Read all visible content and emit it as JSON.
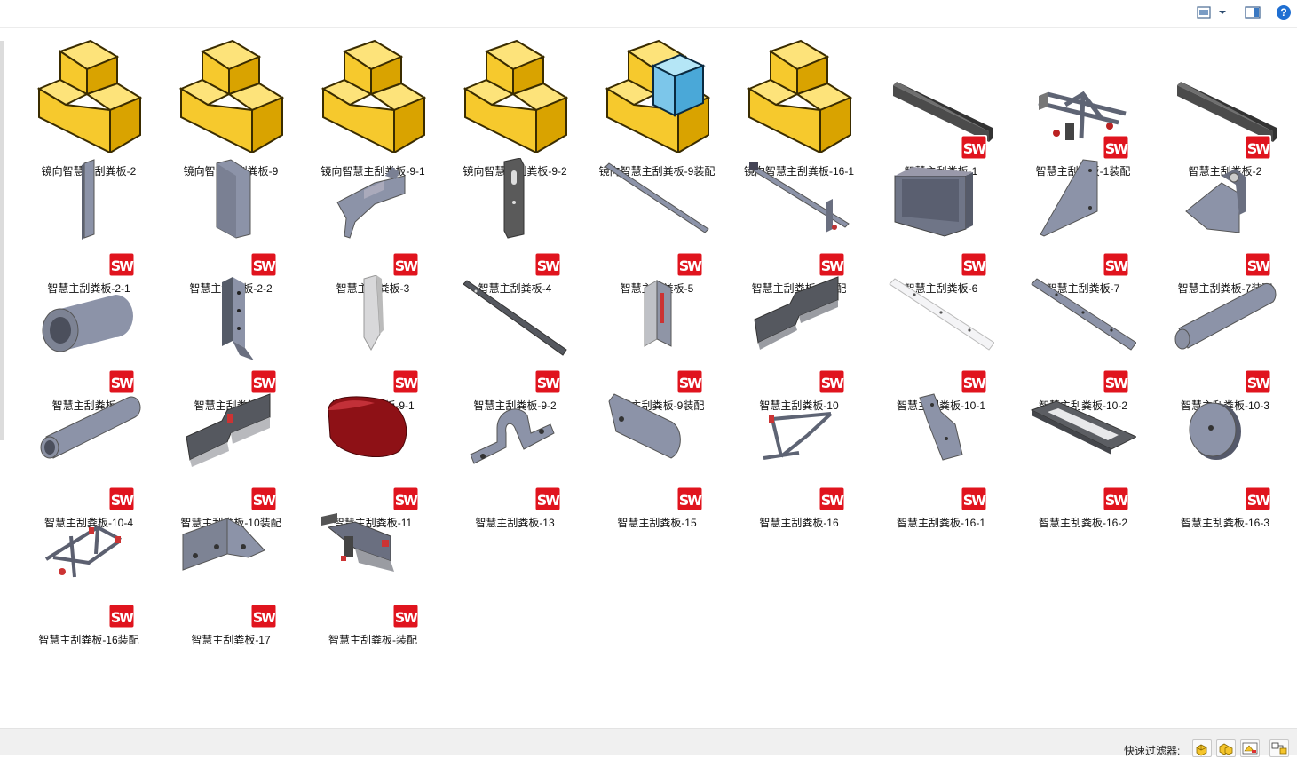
{
  "toolbar": {
    "view_icon": "view-thumbnail-icon",
    "dropdown_icon": "chevron-down-icon",
    "preview_icon": "preview-pane-icon",
    "help_icon": "help-icon",
    "help_label": "?"
  },
  "files": [
    {
      "name": "镜向智慧主刮粪板-2",
      "type": "yellow",
      "shape": "lshape"
    },
    {
      "name": "镜向智慧主刮粪板-9",
      "type": "yellow",
      "shape": "lshape"
    },
    {
      "name": "镜向智慧主刮粪板-9-1",
      "type": "yellow",
      "shape": "lshape"
    },
    {
      "name": "镜向智慧主刮粪板-9-2",
      "type": "yellow",
      "shape": "lshape"
    },
    {
      "name": "镜向智慧主刮粪板-9装配",
      "type": "yellow",
      "shape": "lshape-blue"
    },
    {
      "name": "镜向智慧主刮粪板-16-1",
      "type": "yellow",
      "shape": "lshape"
    },
    {
      "name": "智慧主刮粪板-1",
      "type": "sw",
      "shape": "beam-dark"
    },
    {
      "name": "智慧主刮粪板-1装配",
      "type": "sw",
      "shape": "frame-assembly"
    },
    {
      "name": "智慧主刮粪板-2",
      "type": "sw",
      "shape": "beam-dark"
    },
    {
      "name": "智慧主刮粪板-2-1",
      "type": "sw",
      "shape": "strip-vertical"
    },
    {
      "name": "智慧主刮粪板-2-2",
      "type": "sw",
      "shape": "plate-vertical"
    },
    {
      "name": "智慧主刮粪板-3",
      "type": "sw",
      "shape": "bracket-bent"
    },
    {
      "name": "智慧主刮粪板-4",
      "type": "sw",
      "shape": "plate-slot"
    },
    {
      "name": "智慧主刮粪板-5",
      "type": "sw",
      "shape": "rod-long"
    },
    {
      "name": "智慧主刮粪板-5装配",
      "type": "sw",
      "shape": "rod-assembly"
    },
    {
      "name": "智慧主刮粪板-6",
      "type": "sw",
      "shape": "box-open"
    },
    {
      "name": "智慧主刮粪板-7",
      "type": "sw",
      "shape": "triangle-plate"
    },
    {
      "name": "智慧主刮粪板-7装配",
      "type": "sw",
      "shape": "triangle-assembly"
    },
    {
      "name": "智慧主刮粪板-8",
      "type": "sw",
      "shape": "tube-short"
    },
    {
      "name": "智慧主刮粪板-9",
      "type": "sw",
      "shape": "angle-vertical"
    },
    {
      "name": "智慧主刮粪板-9-1",
      "type": "sw",
      "shape": "blade-white"
    },
    {
      "name": "智慧主刮粪板-9-2",
      "type": "sw",
      "shape": "bar-dark-long"
    },
    {
      "name": "智慧主刮粪板-9装配",
      "type": "sw",
      "shape": "angle-assembly"
    },
    {
      "name": "智慧主刮粪板-10",
      "type": "sw",
      "shape": "scraper-blade"
    },
    {
      "name": "智慧主刮粪板-10-1",
      "type": "sw",
      "shape": "bar-white"
    },
    {
      "name": "智慧主刮粪板-10-2",
      "type": "sw",
      "shape": "bar-grey"
    },
    {
      "name": "智慧主刮粪板-10-3",
      "type": "sw",
      "shape": "tube-long"
    },
    {
      "name": "智慧主刮粪板-10-4",
      "type": "sw",
      "shape": "tube-long-open"
    },
    {
      "name": "智慧主刮粪板-10装配",
      "type": "sw",
      "shape": "scraper-assembly"
    },
    {
      "name": "智慧主刮粪板-11",
      "type": "sw",
      "shape": "red-shell"
    },
    {
      "name": "智慧主刮粪板-13",
      "type": "sw",
      "shape": "pipe-clamp"
    },
    {
      "name": "智慧主刮粪板-15",
      "type": "sw",
      "shape": "round-plate"
    },
    {
      "name": "智慧主刮粪板-16",
      "type": "sw",
      "shape": "frame-thin"
    },
    {
      "name": "智慧主刮粪板-16-1",
      "type": "sw",
      "shape": "irregular-plate"
    },
    {
      "name": "智慧主刮粪板-16-2",
      "type": "sw",
      "shape": "slot-plate"
    },
    {
      "name": "智慧主刮粪板-16-3",
      "type": "sw",
      "shape": "disc"
    },
    {
      "name": "智慧主刮粪板-16装配",
      "type": "sw",
      "shape": "frame-red"
    },
    {
      "name": "智慧主刮粪板-17",
      "type": "sw",
      "shape": "angle-bracket"
    },
    {
      "name": "智慧主刮粪板-装配",
      "type": "sw",
      "shape": "main-assembly"
    }
  ],
  "status": {
    "filter_label": "快速过滤器:",
    "filters": [
      {
        "name": "filter-parts-icon"
      },
      {
        "name": "filter-assemblies-icon"
      },
      {
        "name": "filter-drawings-icon"
      },
      {
        "name": "filter-top-level-icon"
      }
    ]
  },
  "colors": {
    "yellow": "#f6c92d",
    "yellow_dark": "#d9a300",
    "steel": "#8c93a8",
    "steel_dark": "#5e6474",
    "sw_red": "#e0141e"
  }
}
